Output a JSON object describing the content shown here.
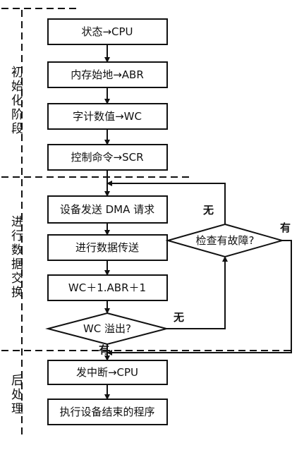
{
  "phases": {
    "init": [
      "初",
      "始",
      "化",
      "阶",
      "段"
    ],
    "exchange": [
      "进",
      "行",
      "数",
      "据",
      "交",
      "换"
    ],
    "post": [
      "后",
      "处",
      "理"
    ]
  },
  "steps": {
    "status_cpu": "状态→CPU",
    "mem_abr": "内存始地→ABR",
    "wordcount_wc": "字计数值→WC",
    "control_scr": "控制命令→SCR",
    "device_dma": "设备发送 DMA 请求",
    "transfer": "进行数据传送",
    "wc_abr": "WC＋1.ABR＋1",
    "interrupt_cpu": "发中断→CPU",
    "end_program": "执行设备结束的程序"
  },
  "decisions": {
    "wc_overflow": "WC 溢出?",
    "fault_check": "检查有故障?"
  },
  "branch_labels": {
    "fault_no": "无",
    "fault_yes": "有",
    "overflow_no": "无",
    "overflow_yes": "有"
  }
}
